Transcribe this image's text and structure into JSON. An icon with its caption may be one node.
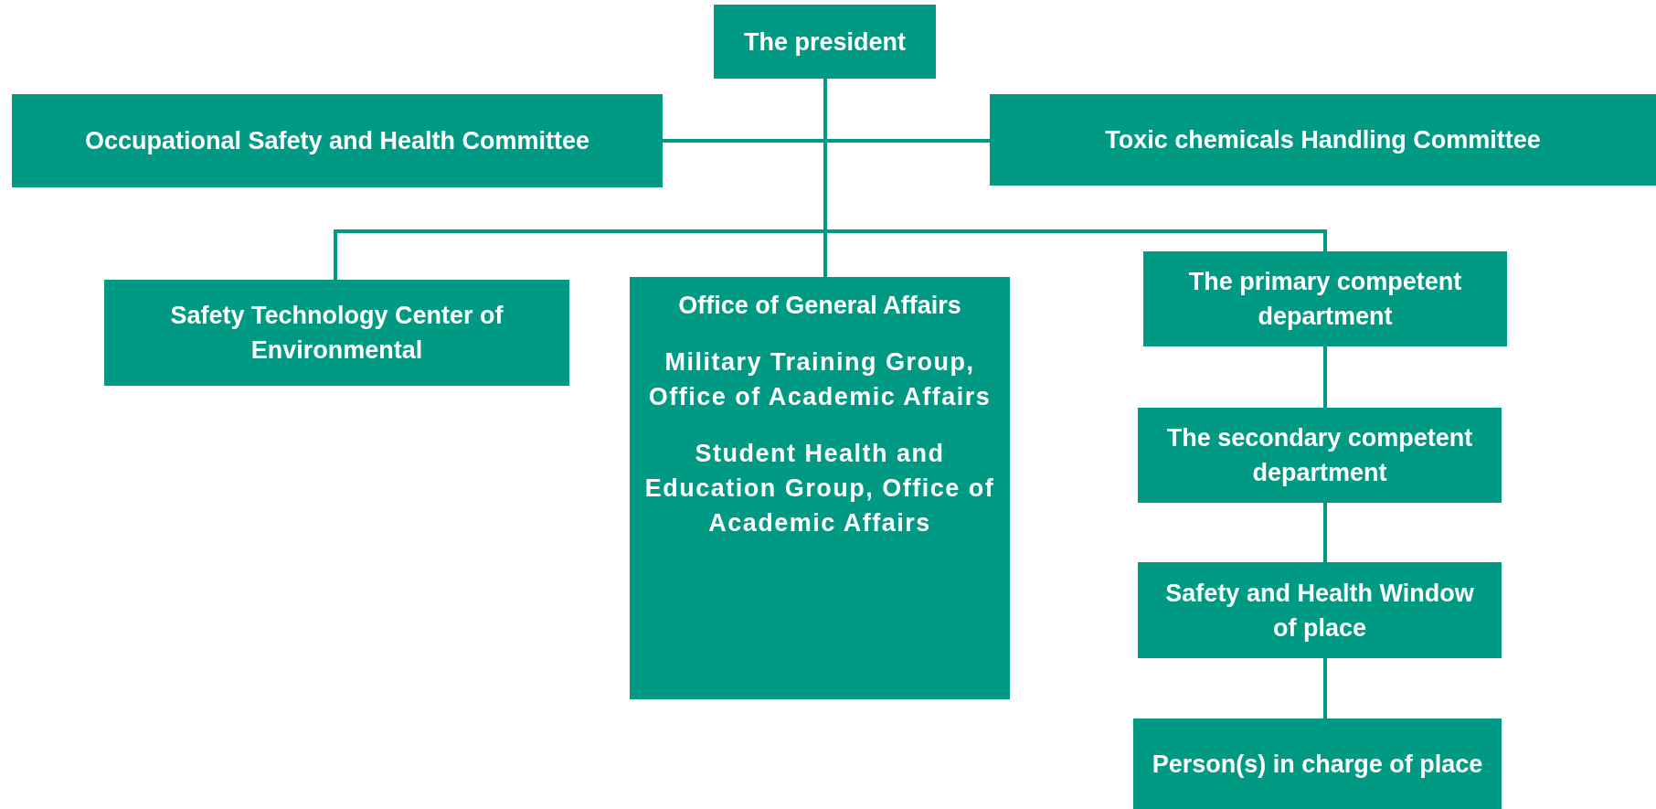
{
  "diagram": {
    "nodes": [
      {
        "text": [
          "The president"
        ]
      },
      {
        "text": [
          "Occupational Safety and Health Committee"
        ]
      },
      {
        "text": [
          "Toxic chemicals Handling Committee"
        ]
      },
      {
        "text": [
          "Safety Technology Center of Environmental"
        ]
      },
      {
        "text": [
          "Office of General Affairs",
          "Military Training Group, Office of Academic Affairs",
          "Student Health and Education Group, Office of Academic Affairs"
        ]
      },
      {
        "text": [
          "The primary competent department"
        ]
      },
      {
        "text": [
          "The secondary competent department"
        ]
      },
      {
        "text": [
          "Safety and Health Window of place"
        ]
      },
      {
        "text": [
          "Person(s) in charge of place"
        ]
      }
    ],
    "edges": [
      {
        "from": 0,
        "to": 1,
        "arrow": "none"
      },
      {
        "from": 0,
        "to": 2,
        "arrow": "none"
      },
      {
        "from": 0,
        "to": 3,
        "arrow": "none"
      },
      {
        "from": 0,
        "to": 4,
        "arrow": "none"
      },
      {
        "from": 0,
        "to": 5,
        "arrow": "none"
      },
      {
        "from": 5,
        "to": 6,
        "arrow": "none"
      },
      {
        "from": 6,
        "to": 7,
        "arrow": "none"
      },
      {
        "from": 7,
        "to": 8,
        "arrow": "none"
      }
    ]
  }
}
